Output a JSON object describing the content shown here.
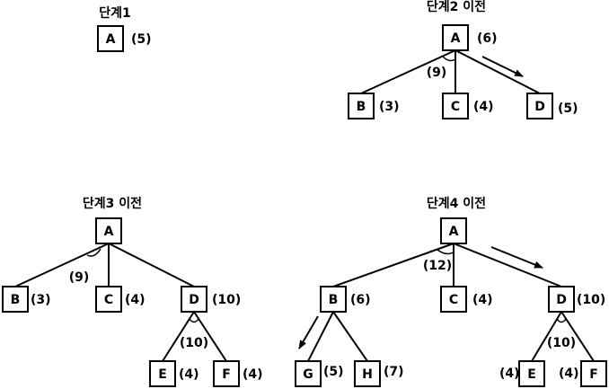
{
  "panels": [
    {
      "title": "단계1",
      "nodes": [
        {
          "id": "A",
          "label": "A",
          "value": "(5)"
        }
      ]
    },
    {
      "title": "단계2 이전",
      "nodes": [
        {
          "id": "A",
          "label": "A",
          "value": "(6)"
        },
        {
          "id": "B",
          "label": "B",
          "value": "(3)"
        },
        {
          "id": "C",
          "label": "C",
          "value": "(4)"
        },
        {
          "id": "D",
          "label": "D",
          "value": "(5)"
        }
      ],
      "and_costs": [
        "(9)"
      ]
    },
    {
      "title": "단계3 이전",
      "nodes": [
        {
          "id": "A",
          "label": "A",
          "value": ""
        },
        {
          "id": "B",
          "label": "B",
          "value": "(3)"
        },
        {
          "id": "C",
          "label": "C",
          "value": "(4)"
        },
        {
          "id": "D",
          "label": "D",
          "value": "(10)"
        },
        {
          "id": "E",
          "label": "E",
          "value": "(4)"
        },
        {
          "id": "F",
          "label": "F",
          "value": "(4)"
        }
      ],
      "and_costs": [
        "(9)",
        "(10)"
      ]
    },
    {
      "title": "단계4 이전",
      "nodes": [
        {
          "id": "A",
          "label": "A",
          "value": ""
        },
        {
          "id": "B",
          "label": "B",
          "value": "(6)"
        },
        {
          "id": "C",
          "label": "C",
          "value": "(4)"
        },
        {
          "id": "D",
          "label": "D",
          "value": "(10)"
        },
        {
          "id": "G",
          "label": "G",
          "value": "(5)"
        },
        {
          "id": "H",
          "label": "H",
          "value": "(7)"
        },
        {
          "id": "E",
          "label": "E",
          "value": "(4)"
        },
        {
          "id": "F",
          "label": "F",
          "value": "(4)"
        }
      ],
      "and_costs": [
        "(12)",
        "(10)"
      ]
    }
  ]
}
